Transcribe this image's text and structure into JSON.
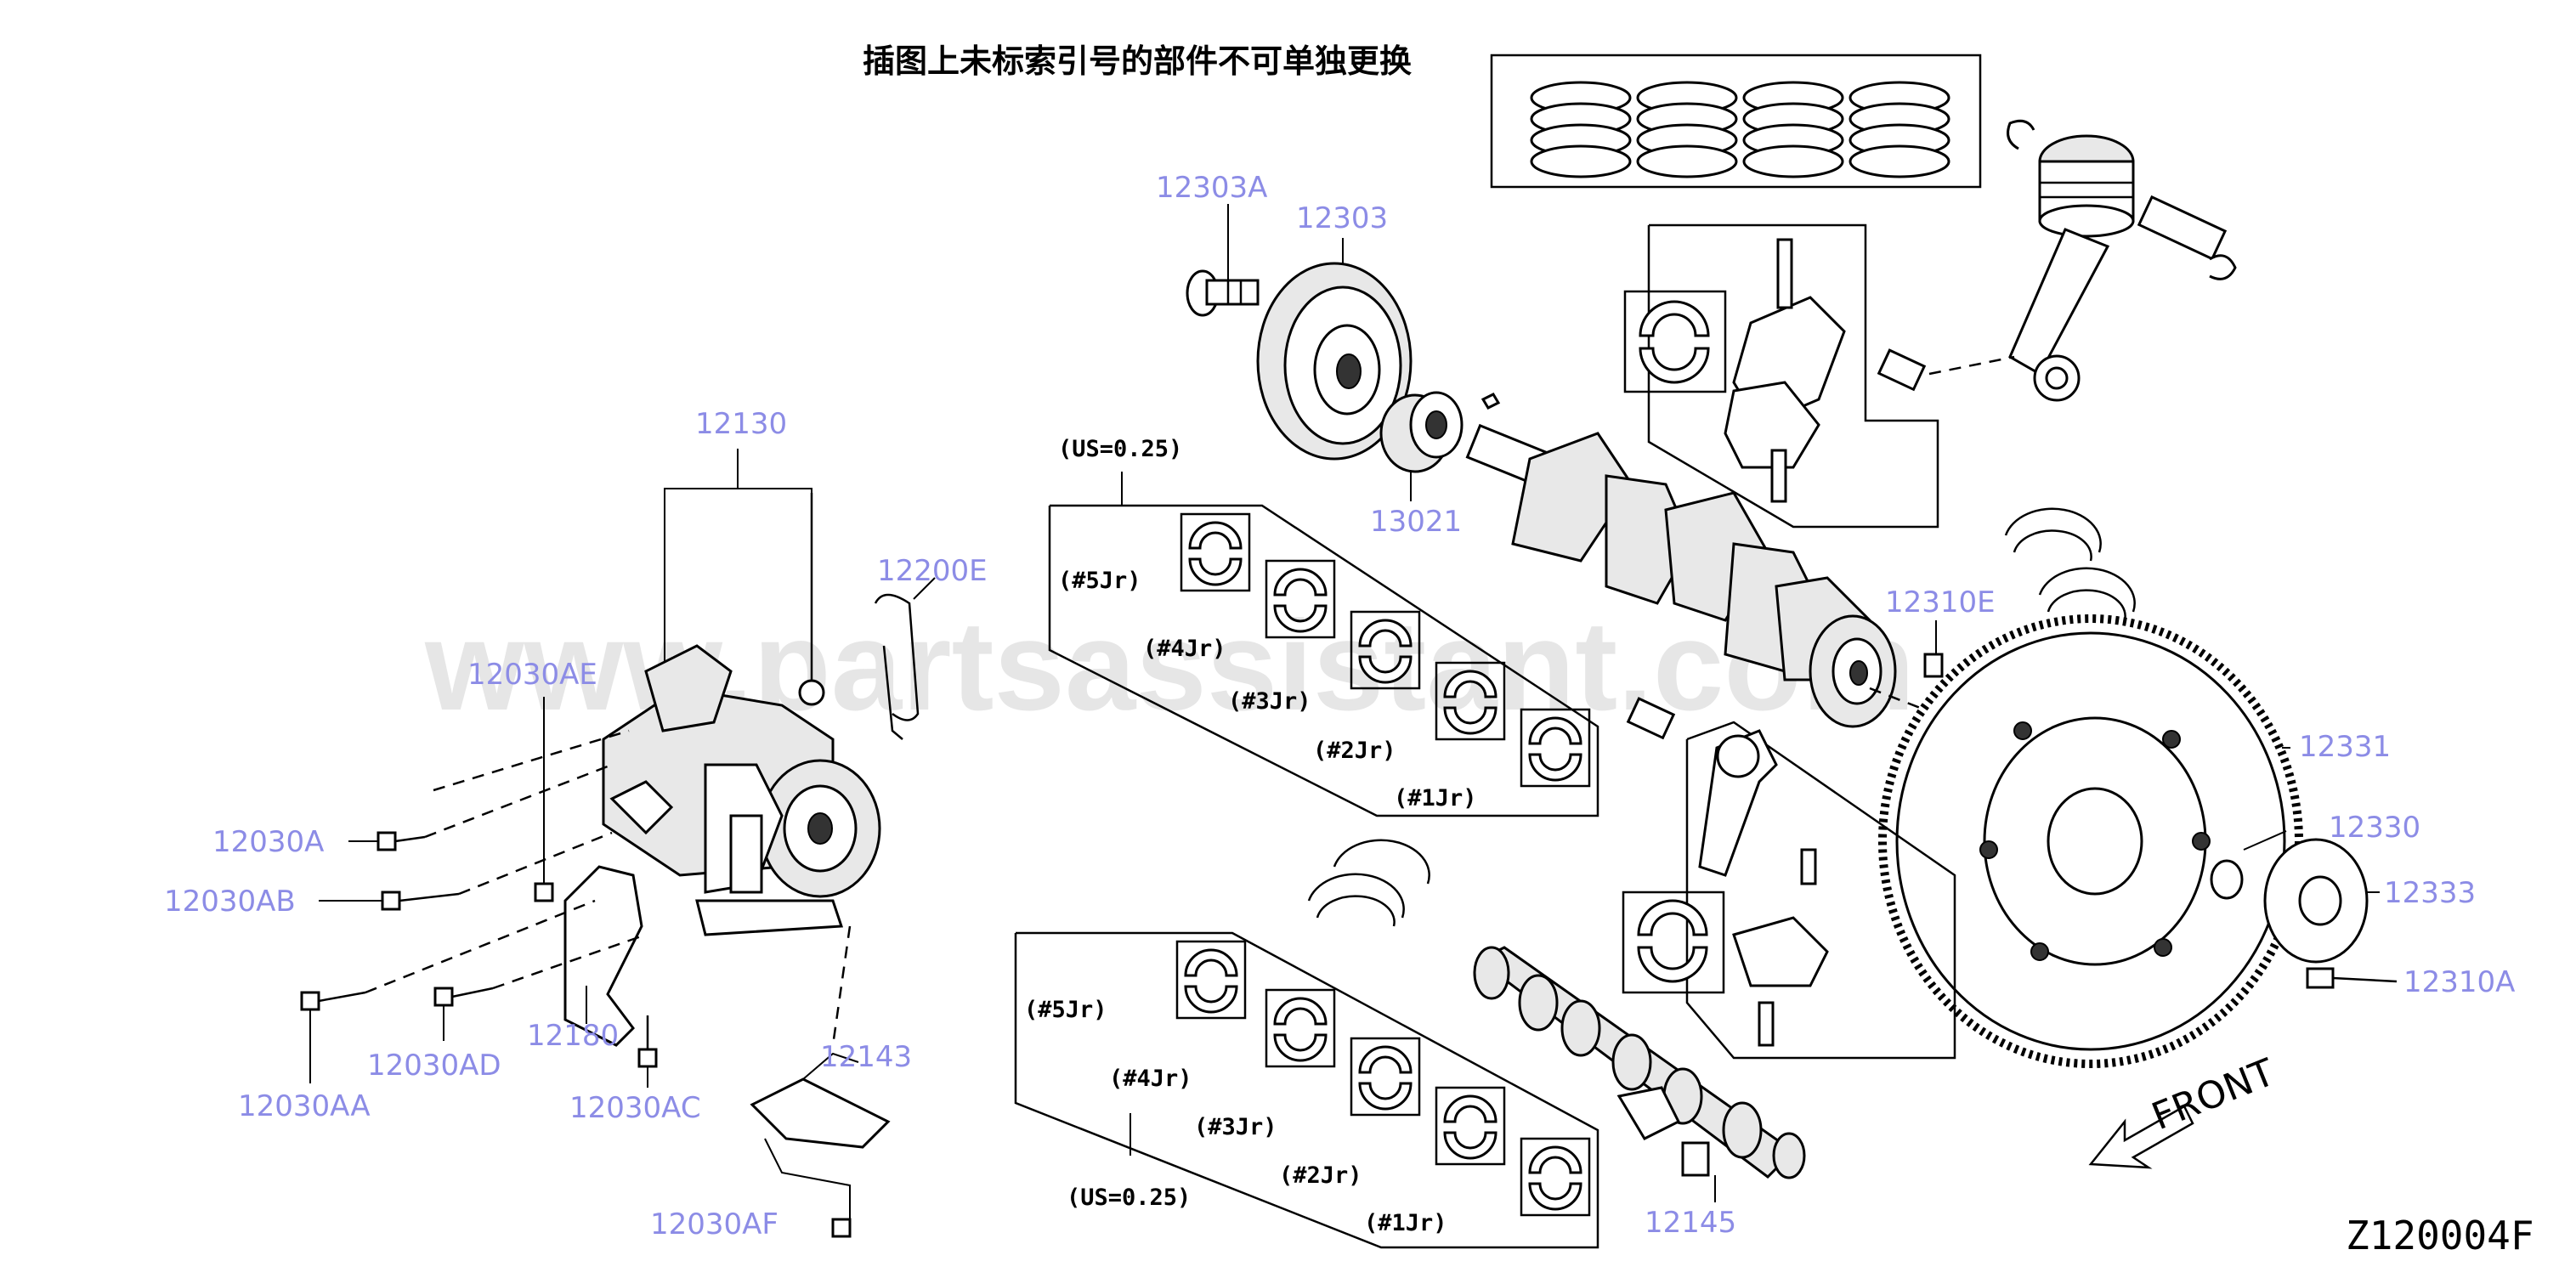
{
  "watermark": "www.partsassistant.com",
  "note": "插图上未标索引号的部件不可单独更换",
  "diagram_code": "Z120004F",
  "front_label": "FRONT",
  "us_label": "(US=0.25)",
  "callouts": {
    "p12303A": "12303A",
    "p12303": "12303",
    "p13021": "13021",
    "p12130": "12130",
    "p12200E": "12200E",
    "p12030AE": "12030AE",
    "p12030A": "12030A",
    "p12030AB": "12030AB",
    "p12030AA": "12030AA",
    "p12030AD": "12030AD",
    "p12180": "12180",
    "p12030AC": "12030AC",
    "p12143": "12143",
    "p12030AF": "12030AF",
    "p12310E": "12310E",
    "p12331": "12331",
    "p12330": "12330",
    "p12333": "12333",
    "p12310A": "12310A",
    "p12145": "12145"
  },
  "upper_journals": [
    "(#5Jr)",
    "(#4Jr)",
    "(#3Jr)",
    "(#2Jr)",
    "(#1Jr)"
  ],
  "lower_journals": [
    "(#5Jr)",
    "(#4Jr)",
    "(#3Jr)",
    "(#2Jr)",
    "(#1Jr)"
  ]
}
